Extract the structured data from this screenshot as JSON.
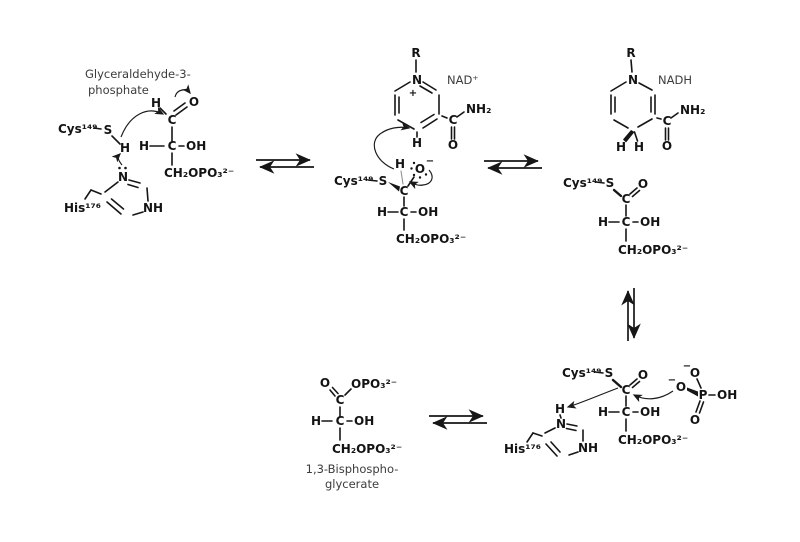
{
  "figure": {
    "background": "#ffffff",
    "ink": "#141414",
    "annotation_color": "#3c3c3c"
  },
  "panels": {
    "substrate": {
      "title1": "Glyceraldehyde-3-",
      "title2": "phosphate",
      "cys": "Cys¹⁴⁹",
      "s": "S",
      "thiol_h": "H",
      "ald_h": "H",
      "ald_c": "C",
      "ald_o": "O",
      "c2_h": "H",
      "c2_c": "C",
      "c2_oh": "OH",
      "c3": "CH₂OPO₃²⁻",
      "his": "His¹⁷⁶",
      "ring_n": "N",
      "ring_nh": "NH"
    },
    "nad_adduct": {
      "cofactor": "NAD⁺",
      "r": "R",
      "ring_n": "N",
      "n_charge": "+",
      "ring_h": "H",
      "amide_c": "C",
      "amide_o": "O",
      "amide_nh2": "NH₂",
      "cys": "Cys¹⁴⁹",
      "s": "S",
      "c1": "C",
      "c1_h": "H",
      "alkoxide_o": "O",
      "alkoxide_charge": "−",
      "c2_h": "H",
      "c2_c": "C",
      "c2_oh": "OH",
      "c3": "CH₂OPO₃²⁻"
    },
    "nadh_thioester": {
      "cofactor": "NADH",
      "r": "R",
      "ring_n": "N",
      "c4_h_left": "H",
      "c4_h_right": "H",
      "amide_c": "C",
      "amide_o": "O",
      "amide_nh2": "NH₂",
      "cys": "Cys¹⁴⁹",
      "s": "S",
      "c1": "C",
      "c1_o": "O",
      "c2_h": "H",
      "c2_c": "C",
      "c2_oh": "OH",
      "c3": "CH₂OPO₃²⁻"
    },
    "phosphorolysis": {
      "cys": "Cys¹⁴⁹",
      "s": "S",
      "c1": "C",
      "c1_o": "O",
      "c2_h": "H",
      "c2_c": "C",
      "c2_oh": "OH",
      "c3": "CH₂OPO₃²⁻",
      "his": "His¹⁷⁶",
      "ring_n": "N",
      "n_h": "H",
      "ring_nh": "NH",
      "pi_o_top": "O",
      "pi_o_top_charge": "−",
      "pi_o_attack": "O",
      "pi_o_attack_charge": "−",
      "pi_p": "P",
      "pi_oh": "OH",
      "pi_o_double": "O"
    },
    "product": {
      "c1_o": "O",
      "c1_opo3": "OPO₃²⁻",
      "c1": "C",
      "c2_h": "H",
      "c2_c": "C",
      "c2_oh": "OH",
      "c3": "CH₂OPO₃²⁻",
      "name1": "1,3-Bisphospho-",
      "name2": "glycerate"
    }
  }
}
